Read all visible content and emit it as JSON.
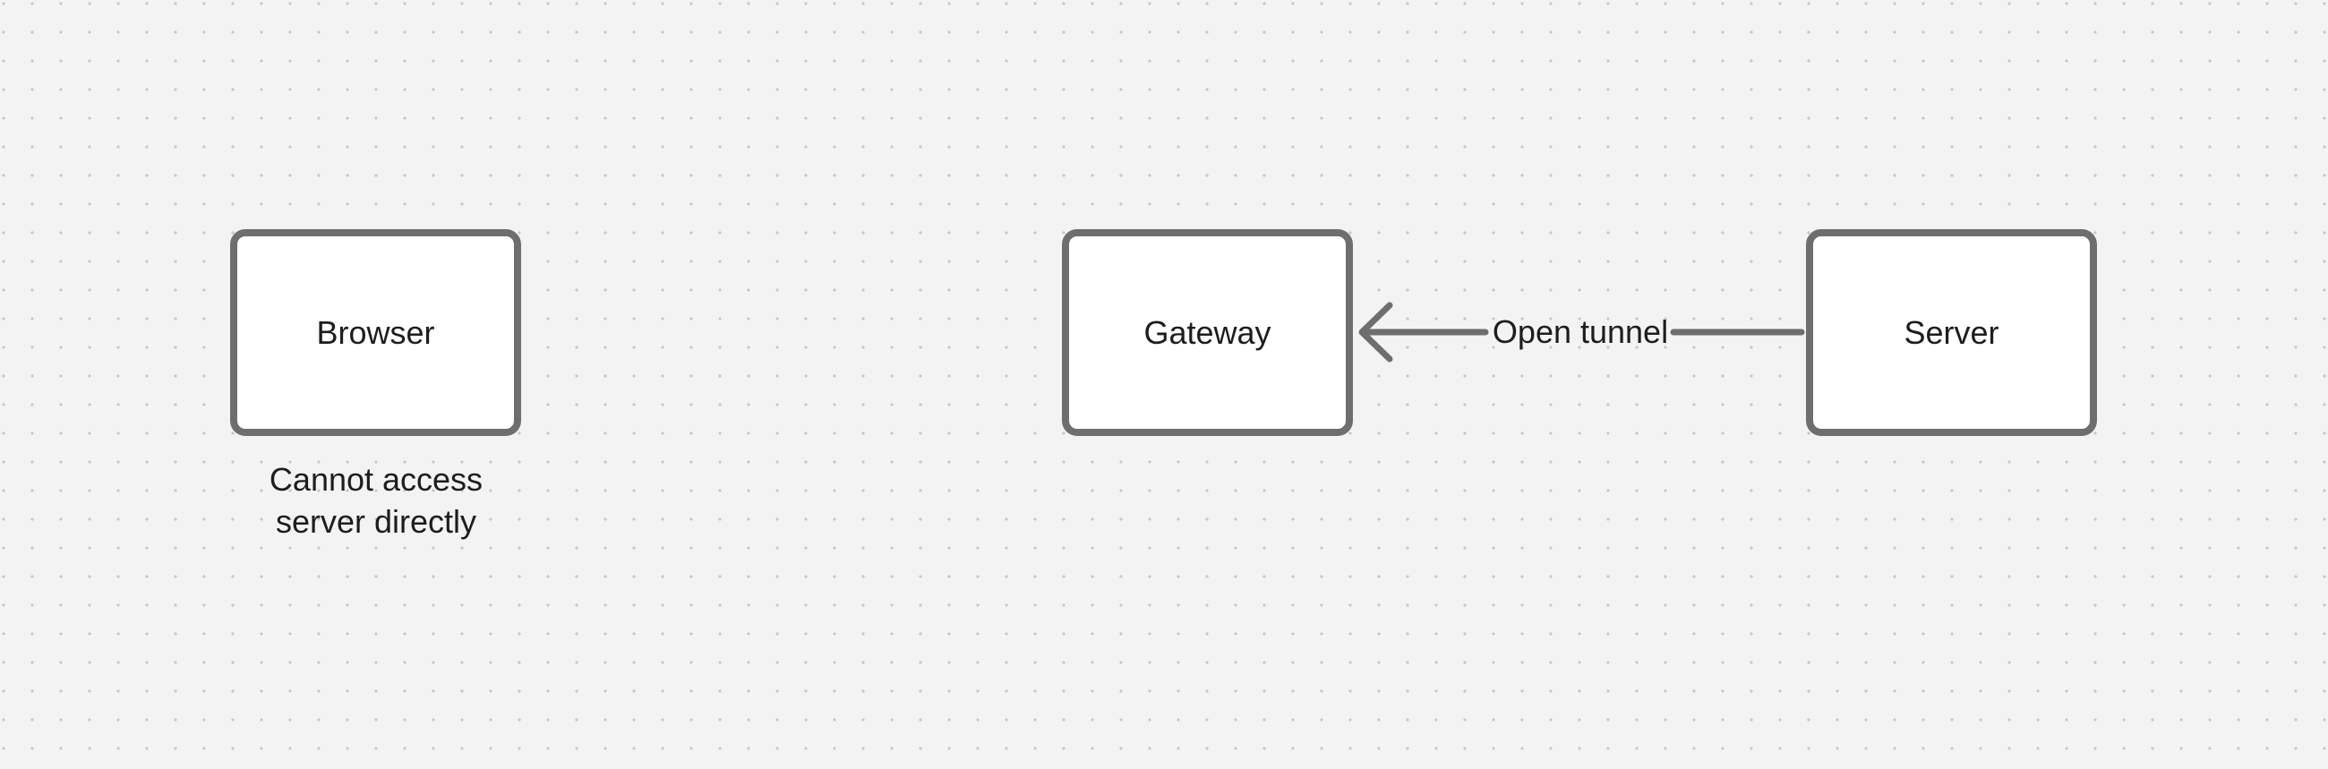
{
  "canvas": {
    "background_color": "#f3f3f3",
    "dot_color": "#c6c6c6",
    "stroke_color": "#6e6e6e",
    "text_color": "#1d1d1d",
    "shape_fill_color": "#ffffff"
  },
  "nodes": [
    {
      "id": "browser",
      "label": "Browser"
    },
    {
      "id": "gateway",
      "label": "Gateway"
    },
    {
      "id": "server",
      "label": "Server"
    }
  ],
  "note": {
    "lines": [
      "Cannot access",
      "server directly"
    ]
  },
  "arrow": {
    "label": "Open tunnel",
    "from": "server",
    "to": "gateway",
    "direction": "left"
  }
}
